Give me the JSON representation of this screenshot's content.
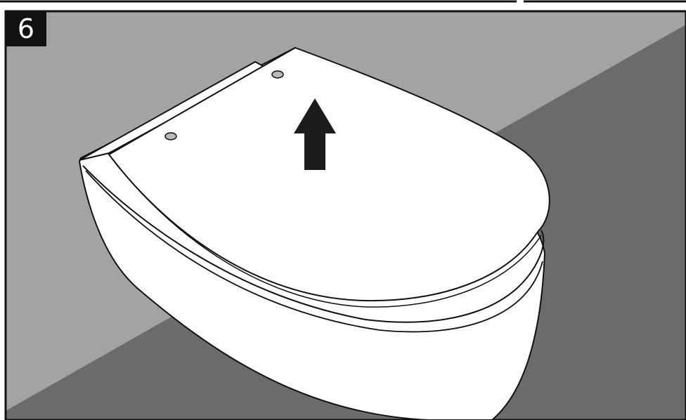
{
  "step": {
    "number": "6"
  },
  "illustration": {
    "subject": "wall-hung-toilet-with-seat-lid",
    "arrow_direction": "up"
  },
  "colors": {
    "wall": "#a3a3a3",
    "floor": "#6b6b6b",
    "porcelain": "#ffffff",
    "outline": "#111111",
    "arrow": "#1c1c1c",
    "badge": "#111111",
    "badge_text": "#ffffff",
    "hinge": "#b9b9b9"
  }
}
